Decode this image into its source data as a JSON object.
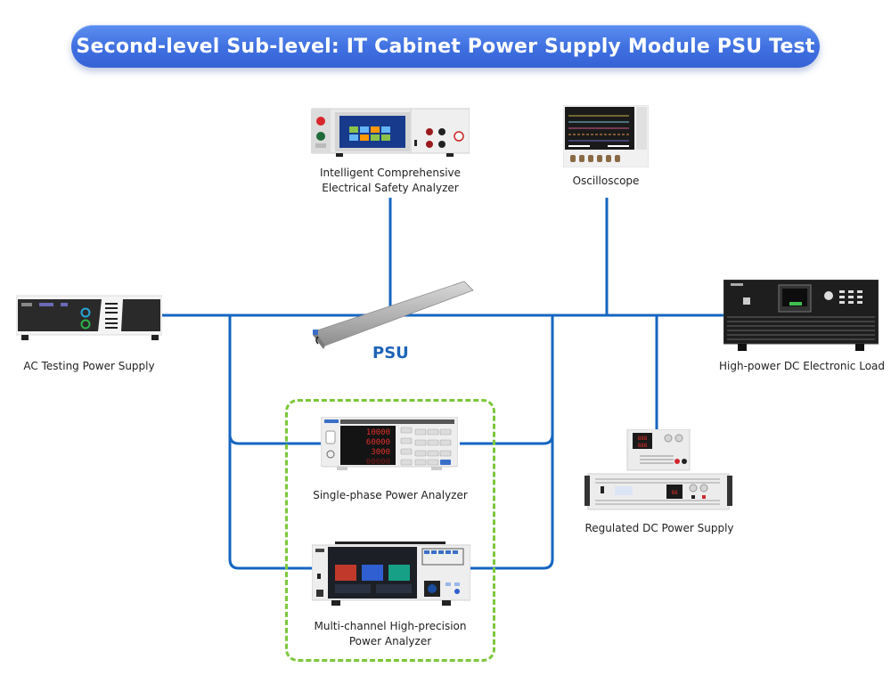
{
  "title": "Second-level Sub-level: IT Cabinet Power Supply Module PSU Test",
  "colors": {
    "banner": "#4477e4",
    "wire": "#1565c0",
    "psu_label": "#1e64b8",
    "group_border": "#7dc73b"
  },
  "center": {
    "label": "PSU",
    "icon": "psu-module-icon"
  },
  "devices": [
    {
      "id": "safety-analyzer",
      "label_lines": [
        "Intelligent Comprehensive",
        "Electrical Safety Analyzer"
      ],
      "icon": "safety-analyzer-icon"
    },
    {
      "id": "oscilloscope",
      "label_lines": [
        "Oscilloscope"
      ],
      "icon": "oscilloscope-icon"
    },
    {
      "id": "ac-power-supply",
      "label_lines": [
        "AC Testing Power Supply"
      ],
      "icon": "ac-power-supply-icon"
    },
    {
      "id": "dc-electronic-load",
      "label_lines": [
        "High-power DC Electronic Load"
      ],
      "icon": "dc-load-icon"
    },
    {
      "id": "single-phase-analyzer",
      "label_lines": [
        "Single-phase Power Analyzer"
      ],
      "icon": "single-phase-analyzer-icon",
      "readouts": [
        "10000",
        "60000",
        "3000",
        "00000"
      ]
    },
    {
      "id": "multi-channel-analyzer",
      "label_lines": [
        "Multi-channel High-precision",
        "Power Analyzer"
      ],
      "icon": "multi-channel-analyzer-icon"
    },
    {
      "id": "dc-power-supply",
      "label_lines": [
        "Regulated DC Power Supply"
      ],
      "icon": "dc-power-supply-icon"
    }
  ],
  "groups": [
    {
      "id": "power-analyzers",
      "members": [
        "single-phase-analyzer",
        "multi-channel-analyzer"
      ],
      "style": "dashed"
    }
  ]
}
